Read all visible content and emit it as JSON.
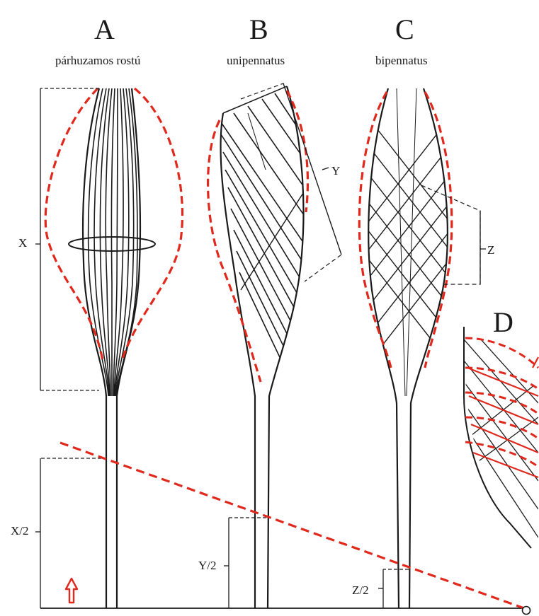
{
  "panels": [
    {
      "letter": "A",
      "caption": "párhuzamos rostú"
    },
    {
      "letter": "B",
      "caption": "unipennatus"
    },
    {
      "letter": "C",
      "caption": "bipennatus"
    },
    {
      "letter": "D",
      "caption": ""
    }
  ],
  "dimensions": {
    "x": "X",
    "y": "Y",
    "z": "Z",
    "x_half": "X/2",
    "y_half": "Y/2",
    "z_half": "Z/2"
  },
  "colors": {
    "ink": "#1a1a1a",
    "highlight": "#e0281c"
  },
  "icons": [
    "up-arrow-icon",
    "pivot-circle-icon"
  ]
}
